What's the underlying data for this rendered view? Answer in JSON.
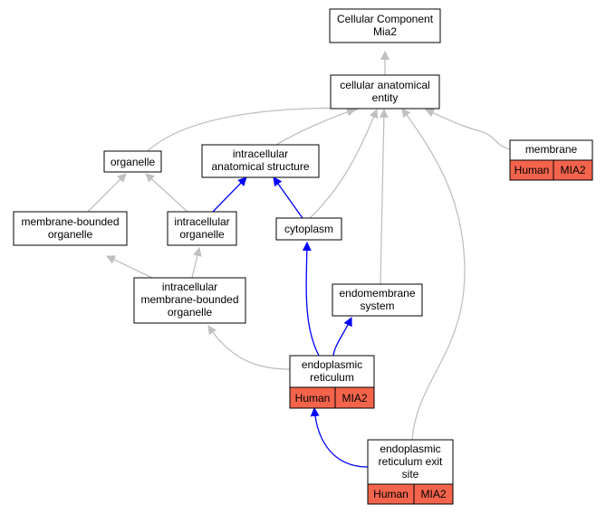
{
  "nodes": {
    "cc_mia2": {
      "lines": [
        "Cellular Component",
        "Mia2"
      ]
    },
    "cae": {
      "lines": [
        "cellular anatomical",
        "entity"
      ]
    },
    "organelle": {
      "lines": [
        "organelle"
      ]
    },
    "ias": {
      "lines": [
        "intracellular",
        "anatomical structure"
      ]
    },
    "membrane": {
      "lines": [
        "membrane"
      ],
      "tags": [
        "Human",
        "MIA2"
      ]
    },
    "mbo": {
      "lines": [
        "membrane-bounded",
        "organelle"
      ]
    },
    "io": {
      "lines": [
        "intracellular",
        "organelle"
      ]
    },
    "cytoplasm": {
      "lines": [
        "cytoplasm"
      ]
    },
    "imbo": {
      "lines": [
        "intracellular",
        "membrane-bounded",
        "organelle"
      ]
    },
    "endo": {
      "lines": [
        "endomembrane",
        "system"
      ]
    },
    "er": {
      "lines": [
        "endoplasmic",
        "reticulum"
      ],
      "tags": [
        "Human",
        "MIA2"
      ]
    },
    "eres": {
      "lines": [
        "endoplasmic",
        "reticulum exit",
        "site"
      ],
      "tags": [
        "Human",
        "MIA2"
      ]
    }
  },
  "colors": {
    "gray_edge": "#c0c0c0",
    "blue_edge": "#0000ff",
    "tag_fill": "#f4644c",
    "node_border": "#000000"
  }
}
